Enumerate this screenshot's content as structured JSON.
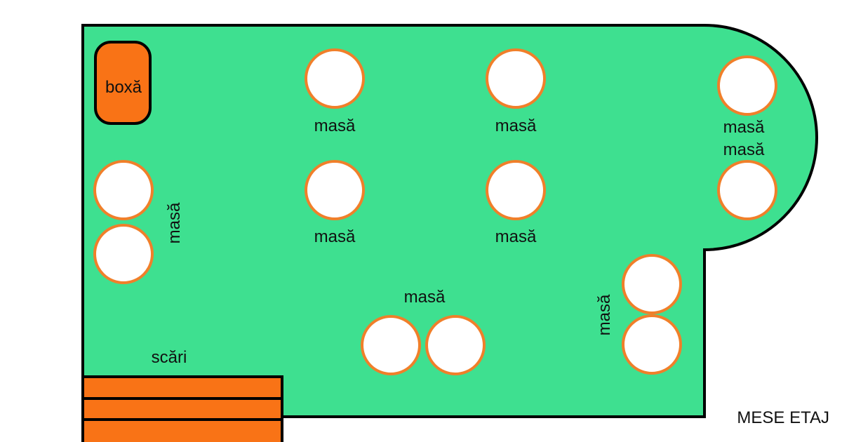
{
  "title": "MESE ETAJ",
  "colors": {
    "floor": "#3ee090",
    "outline": "#000000",
    "table_fill": "#ffffff",
    "table_border": "#f07f2a",
    "accent": "#f97316"
  },
  "labels": {
    "speaker": "boxă",
    "stairs": "scări",
    "table": "masă"
  },
  "icons": {
    "table": "round-table-icon",
    "speaker": "speaker-box-icon",
    "stairs": "stairs-icon"
  }
}
